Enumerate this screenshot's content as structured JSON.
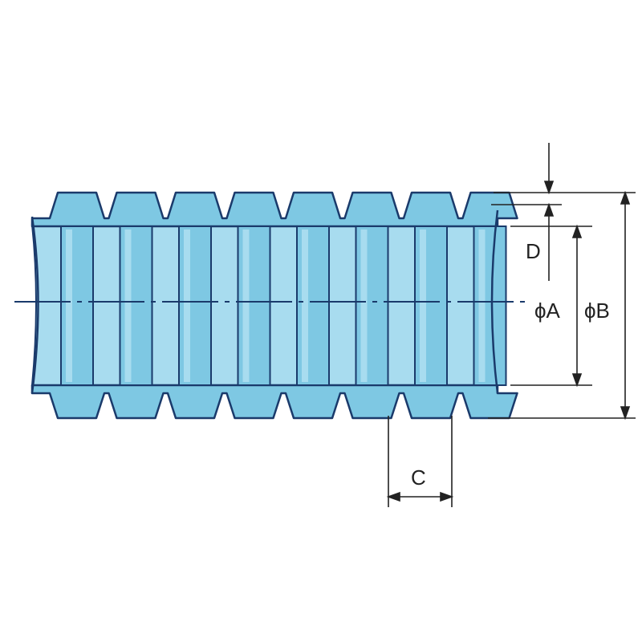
{
  "labels": {
    "d": "D",
    "a": "ϕA",
    "b": "ϕB",
    "c": "C"
  },
  "colors": {
    "hose_fill": "#7ec8e3",
    "hose_light": "#a8dcef",
    "outline": "#1a3a6b",
    "dimension": "#222222"
  },
  "corrugation_count": 8
}
